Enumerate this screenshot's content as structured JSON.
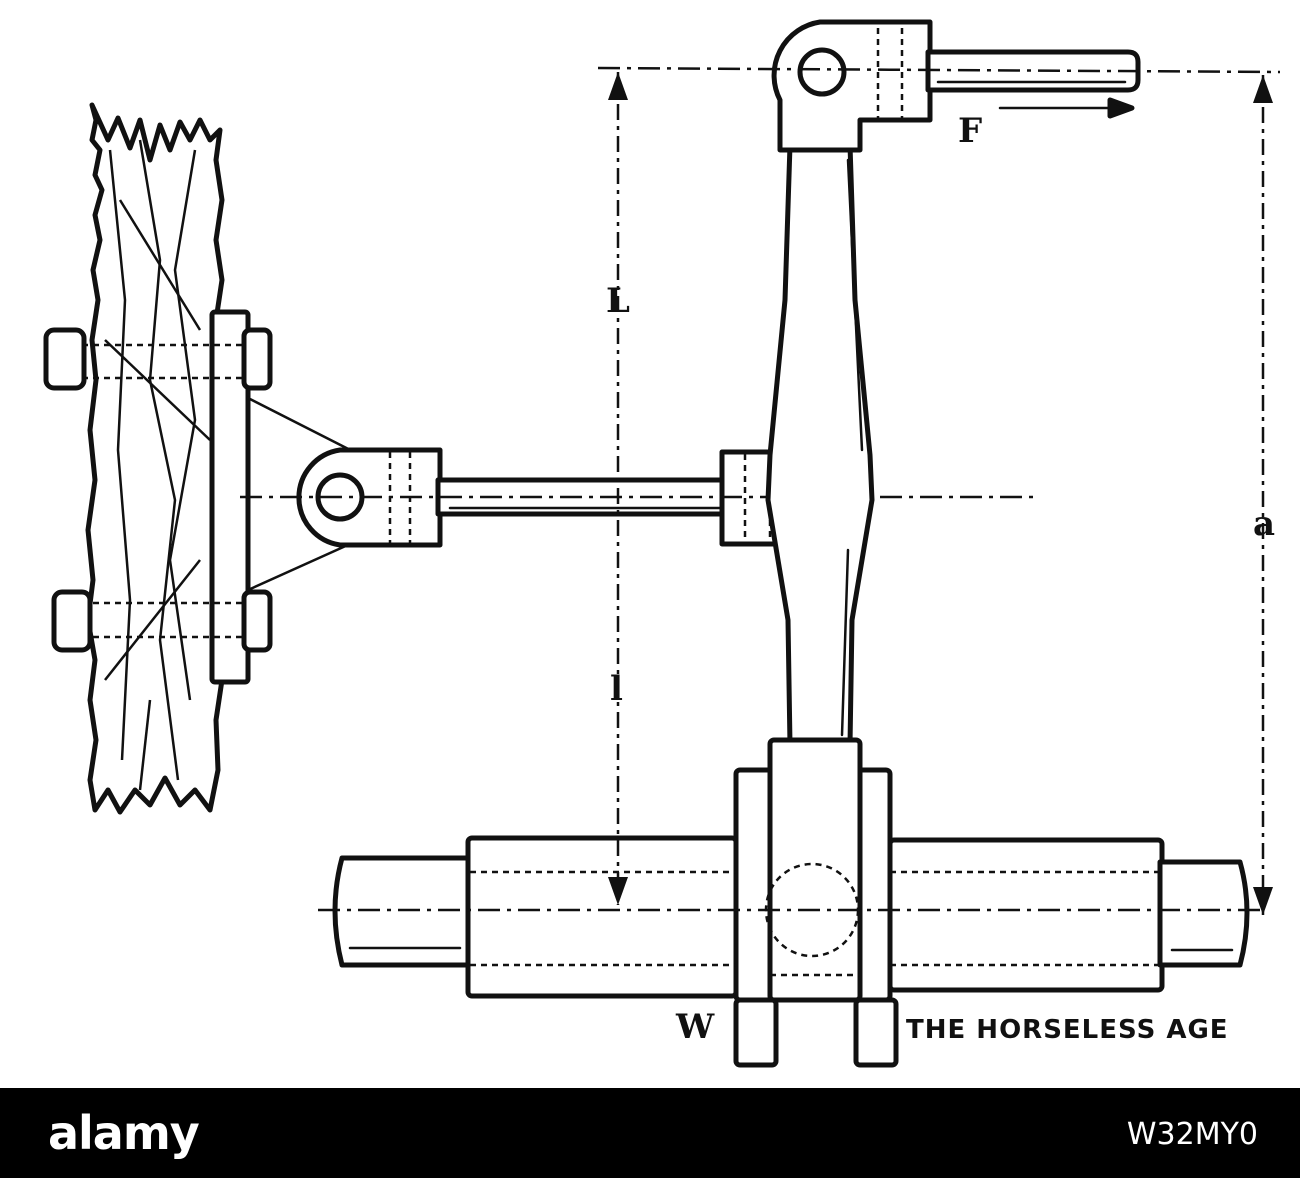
{
  "labels": {
    "force": "F",
    "upper_length": "L",
    "lower_length": "l",
    "total_height": "a",
    "weight": "W",
    "credit": "THE HORSELESS AGE"
  },
  "watermark": {
    "brand": "alamy",
    "image_id": "W32MY0"
  }
}
